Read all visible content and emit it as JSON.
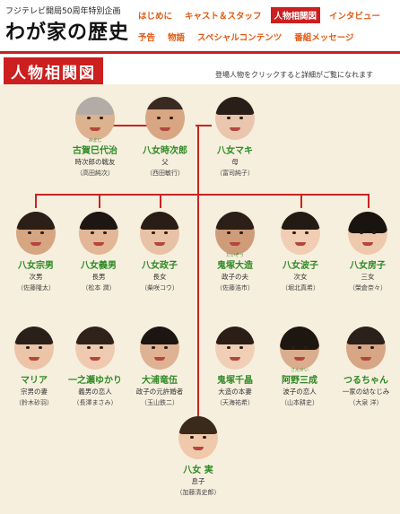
{
  "header": {
    "tagline": "フジテレビ開局50周年特別企画",
    "logo": "わが家の歴史"
  },
  "nav": {
    "row1": [
      "はじめに",
      "キャスト＆スタッフ",
      "人物相関図",
      "インタビュー"
    ],
    "row2": [
      "予告",
      "物語",
      "スペシャルコンテンツ",
      "番組メッセージ"
    ],
    "active": "人物相関図"
  },
  "section": {
    "title": "人物相関図",
    "instruction": "登場人物をクリックすると詳細がご覧になれます"
  },
  "people": {
    "koga": {
      "name": "古賀巳代治",
      "ruby": "みよじ",
      "role": "時次郎の戦友",
      "actor": "（高田純次）"
    },
    "tokijiro": {
      "name": "八女時次郎",
      "ruby": "",
      "role": "父",
      "actor": "（西田敏行）"
    },
    "maki": {
      "name": "八女マキ",
      "ruby": "",
      "role": "母",
      "actor": "（富司純子）"
    },
    "muneo": {
      "name": "八女宗男",
      "ruby": "",
      "role": "次男",
      "actor": "（佐藤隆太）"
    },
    "yoshio": {
      "name": "八女義男",
      "ruby": "",
      "role": "長男",
      "actor": "（松本 潤）"
    },
    "masako": {
      "name": "八女政子",
      "ruby": "",
      "role": "長女",
      "actor": "（柴咲コウ）"
    },
    "taizo": {
      "name": "鬼塚大造",
      "ruby": "たいぞう",
      "role": "政子の夫",
      "actor": "（佐藤浩市）"
    },
    "namiko": {
      "name": "八女波子",
      "ruby": "",
      "role": "次女",
      "actor": "（堀北真希）"
    },
    "fusako": {
      "name": "八女房子",
      "ruby": "",
      "role": "三女",
      "actor": "（榮倉奈々）"
    },
    "maria": {
      "name": "マリア",
      "ruby": "",
      "role": "宗男の妻",
      "actor": "（鈴木砂羽）"
    },
    "yukari": {
      "name": "一之瀬ゆかり",
      "ruby": "",
      "role": "義男の恋人",
      "actor": "（長澤まさみ）"
    },
    "ryugo": {
      "name": "大浦竜伍",
      "ruby": "",
      "role": "政子の元許婚者",
      "actor": "（玉山鉄二）"
    },
    "chisato": {
      "name": "鬼塚千晶",
      "ruby": "",
      "role": "大造の本妻",
      "actor": "（天海祐希）"
    },
    "mitsunari": {
      "name": "阿野三成",
      "ruby": "さんせい",
      "role": "波子の恋人",
      "actor": "（山本耕史）"
    },
    "tsuru": {
      "name": "つるちゃん",
      "ruby": "",
      "role": "一家の幼なじみ",
      "actor": "（大泉 洋）"
    },
    "minoru": {
      "name": "八女 実",
      "ruby": "",
      "role": "息子",
      "actor": "（加藤清史郎）"
    }
  },
  "colors": {
    "accent": "#cc1f1f",
    "nav_text": "#e05a12",
    "name_text": "#2f8a25",
    "background": "#f6efde"
  }
}
